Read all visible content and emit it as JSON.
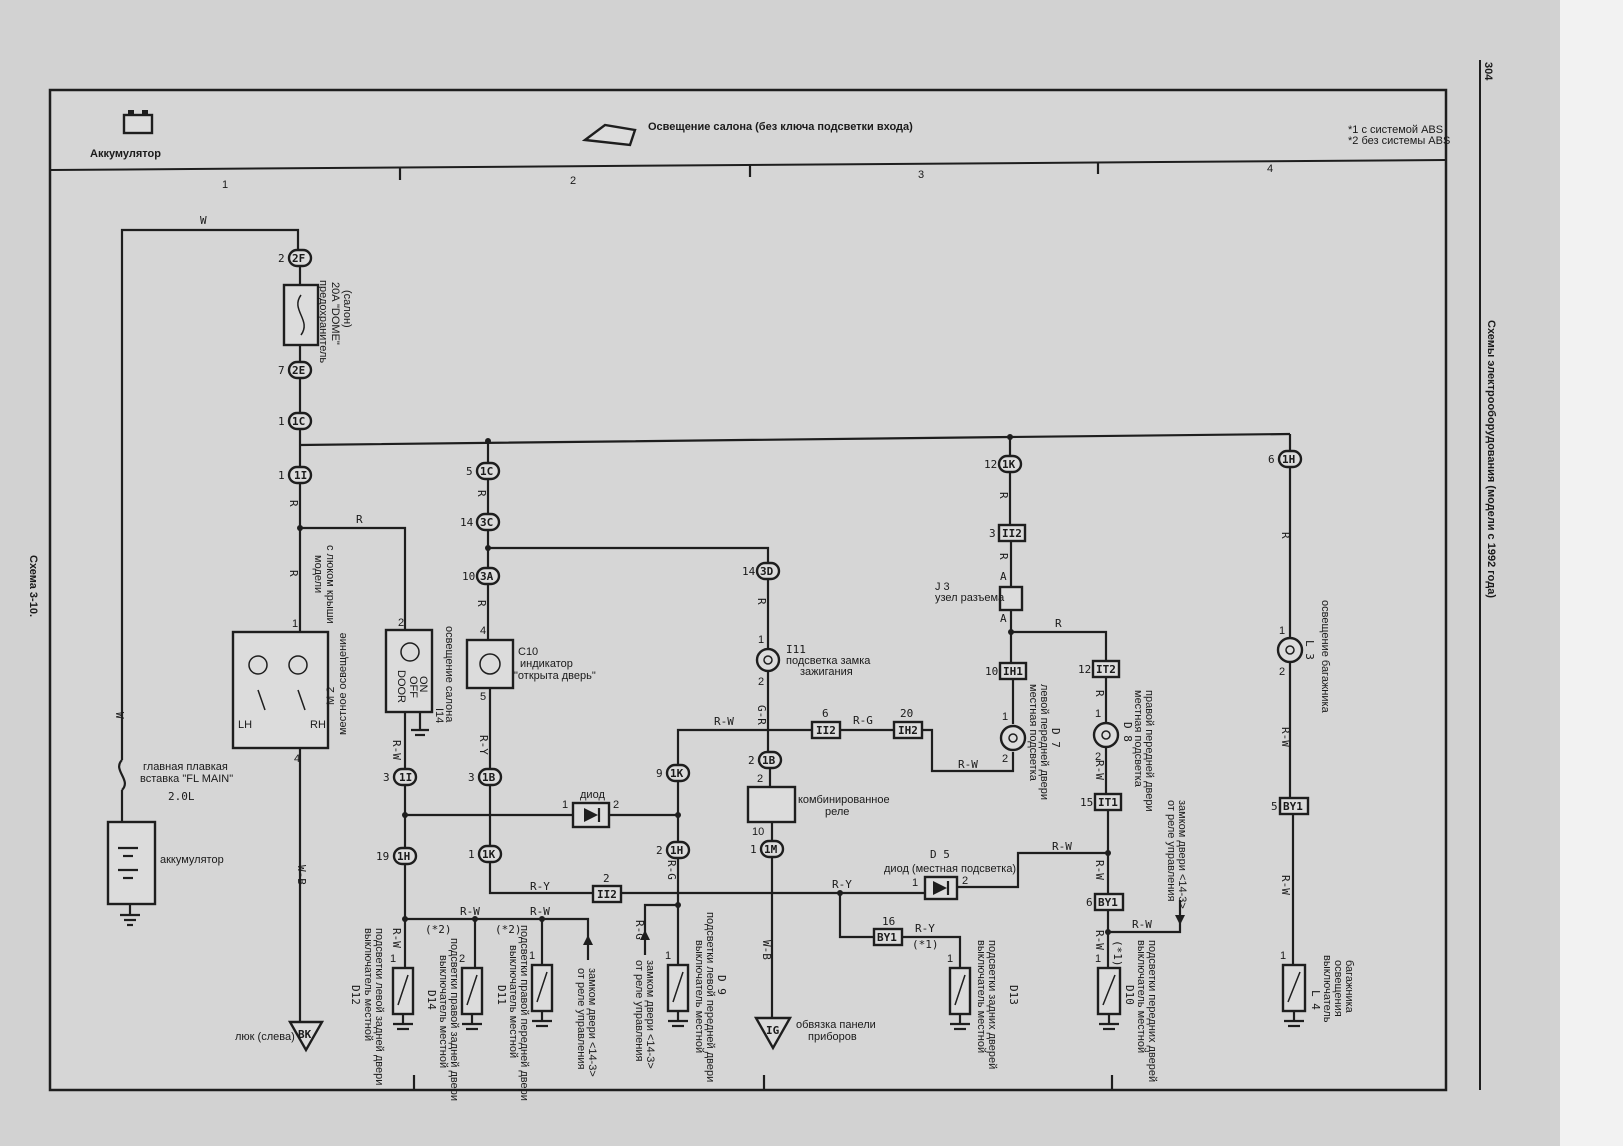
{
  "page_number": "304",
  "side_title": "Схемы электрооборудования (модели с 1992 года)",
  "scheme_label": "Схема 3-10.",
  "header": {
    "left_title": "Аккумулятор",
    "main_title": "Освещение салона (без ключа подсветки входа)",
    "note1": "*1 с системой ABS",
    "note2": "*2 без системы ABS",
    "columns": [
      "1",
      "2",
      "3",
      "4"
    ]
  },
  "components": {
    "fuse_dome": [
      "предохранитель",
      "20A \"DOME\"",
      "(салон)"
    ],
    "fl_main": [
      "главная плавкая",
      "вставка \"FL MAIN\""
    ],
    "fl_main_value": "2.0L",
    "battery": "аккумулятор",
    "roof_models": [
      "модели",
      "с люком крыши"
    ],
    "m2": [
      "M 2",
      "местное освещение"
    ],
    "m2_lh": "LH",
    "m2_rh": "RH",
    "i14": [
      "I14",
      "освещение салона"
    ],
    "i14_positions": [
      "DOOR",
      "OFF",
      "ON"
    ],
    "c10": [
      "C10",
      "индикатор",
      "\"открыта дверь\""
    ],
    "i11": [
      "I11",
      "подсветка замка",
      "зажигания"
    ],
    "diode": "диод",
    "relay": [
      "комбинированное",
      "реле"
    ],
    "j3": [
      "J 3",
      "узел разъема"
    ],
    "d5": [
      "D 5",
      "диод (местная подсветка)"
    ],
    "d7": [
      "D 7",
      "местная подсветка",
      "левой передней двери"
    ],
    "d8": [
      "D 8",
      "местная подсветка",
      "правой передней двери"
    ],
    "l3": [
      "L 3",
      "освещение багажника"
    ],
    "l4": [
      "L 4",
      "выключатель",
      "освещения",
      "багажника"
    ],
    "d12": [
      "D12",
      "выключатель местной",
      "подсветки левой задней двери"
    ],
    "d14": [
      "D14",
      "выключатель местной",
      "подсветки правой задней двери"
    ],
    "d11": [
      "D11",
      "выключатель местной",
      "подсветки правой передней двери"
    ],
    "d9": [
      "D 9",
      "выключатель местной",
      "подсветки левой передней двери"
    ],
    "d13": [
      "D13",
      "выключатель местной",
      "подсветки задних дверей"
    ],
    "d10": [
      "D10",
      "выключатель местной",
      "подсветки передних дверей"
    ],
    "relay_from": [
      "от реле управления",
      "замком двери <14-3>"
    ],
    "ground_bk": "BK",
    "ground_bk_label": "люк (слева)",
    "ground_ig": "IG",
    "ground_ig_label": [
      "обвязка панели",
      "приборов"
    ]
  },
  "connectors": [
    {
      "id": "2F",
      "pin": "2"
    },
    {
      "id": "2E",
      "pin": "7"
    },
    {
      "id": "1C",
      "pin": "1"
    },
    {
      "id": "1I",
      "pin": "1"
    },
    {
      "id": "1C",
      "pin": "5"
    },
    {
      "id": "3C",
      "pin": "14"
    },
    {
      "id": "3A",
      "pin": "10"
    },
    {
      "id": "3D",
      "pin": "14"
    },
    {
      "id": "1K",
      "pin": "12"
    },
    {
      "id": "1H",
      "pin": "6"
    },
    {
      "id": "1I",
      "pin": "3"
    },
    {
      "id": "1B",
      "pin": "3"
    },
    {
      "id": "1K",
      "pin": "9"
    },
    {
      "id": "1B",
      "pin": "2"
    },
    {
      "id": "1H",
      "pin": "19"
    },
    {
      "id": "1K",
      "pin": "1"
    },
    {
      "id": "1H",
      "pin": "2"
    },
    {
      "id": "1M",
      "pin": "1"
    }
  ],
  "box_connectors": [
    {
      "id": "II2",
      "pin": "3"
    },
    {
      "id": "IH1",
      "pin": "10"
    },
    {
      "id": "IT2",
      "pin": "12"
    },
    {
      "id": "II2",
      "pin": "6"
    },
    {
      "id": "IH2",
      "pin": "20"
    },
    {
      "id": "IT1",
      "pin": "15"
    },
    {
      "id": "II2",
      "pin": "2"
    },
    {
      "id": "BY1",
      "pin": "16"
    },
    {
      "id": "BY1",
      "pin": "6"
    },
    {
      "id": "BY1",
      "pin": "5"
    }
  ],
  "wire_colors": [
    "W",
    "R",
    "R",
    "R",
    "R",
    "R",
    "R",
    "R",
    "R",
    "R",
    "R-W",
    "R-Y",
    "R-W",
    "G-R",
    "R-G",
    "R-W",
    "R-Y",
    "R-Y",
    "R-Y",
    "R-W",
    "R-W",
    "R-W",
    "R-G",
    "R-G",
    "R-W",
    "R-W",
    "R-W",
    "R-W",
    "R-W",
    "W-B",
    "W-B",
    "W",
    "R-W",
    "R-W",
    "A",
    "A",
    "R",
    "R"
  ],
  "pin_numbers": [
    "1",
    "4",
    "2",
    "4",
    "5",
    "1",
    "2",
    "1",
    "2",
    "1",
    "2",
    "1",
    "2",
    "1",
    "2",
    "1",
    "2",
    "1",
    "1",
    "1",
    "1",
    "1",
    "1",
    "1",
    "1",
    "10",
    "2",
    "1",
    "2"
  ],
  "option_marks": [
    "(*2)",
    "(*2)",
    "(*1)",
    "(*1)"
  ]
}
